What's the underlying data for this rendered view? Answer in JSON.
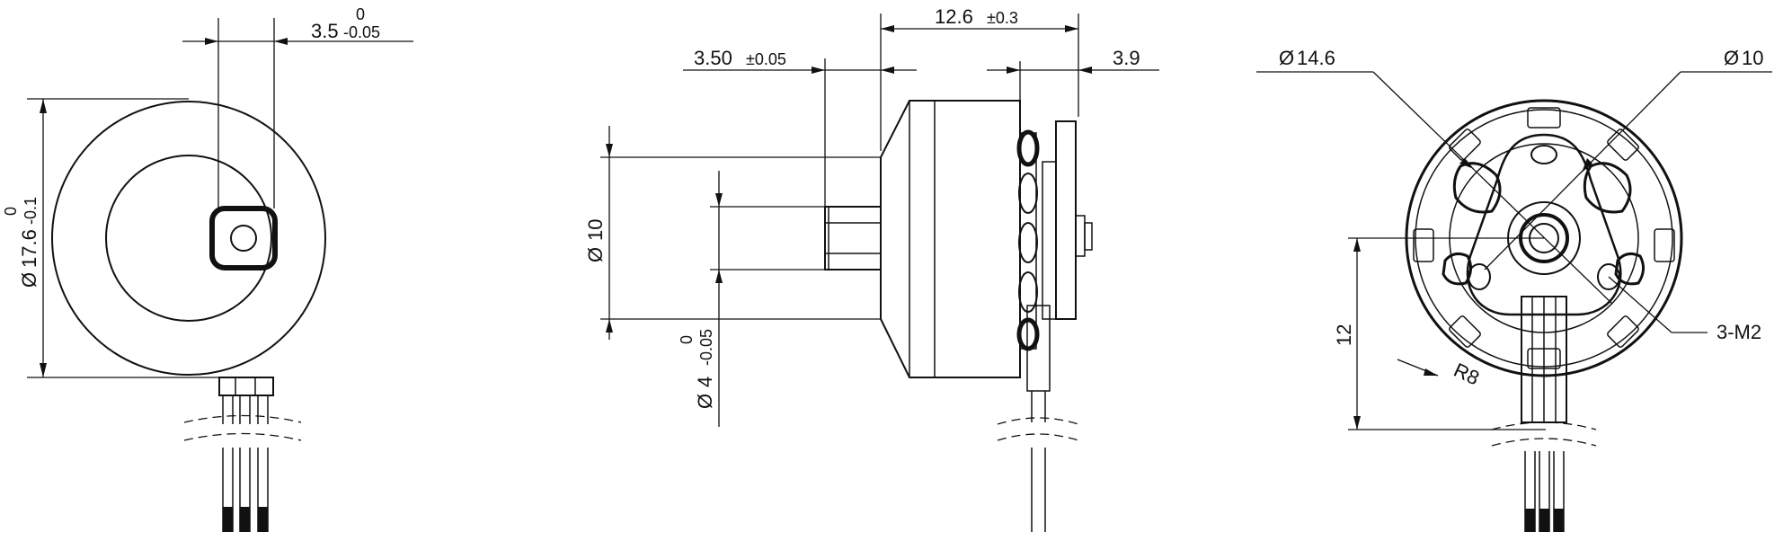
{
  "views": {
    "front": {
      "dims": {
        "width_main": "3.5",
        "width_upper": "0",
        "width_lower": "-0.05",
        "diameter_symbol": "Ø",
        "diameter_main": "17.6",
        "diameter_upper": "0",
        "diameter_lower": "-0.1"
      }
    },
    "side": {
      "dims": {
        "length_main": "12.6",
        "length_tol": "±0.3",
        "shaft_len_main": "3.50",
        "shaft_len_tol": "±0.05",
        "mount_thk": "3.9",
        "diameter_symbol": "Ø",
        "body_dia": "10",
        "shaft_dia_main": "4",
        "shaft_dia_upper": "0",
        "shaft_dia_lower": "-0.05"
      }
    },
    "back": {
      "dims": {
        "diameter_symbol": "Ø",
        "outer_dia": "14.6",
        "inner_dia": "10",
        "height": "12",
        "radius": "R8",
        "holes": "3-M2"
      }
    }
  }
}
